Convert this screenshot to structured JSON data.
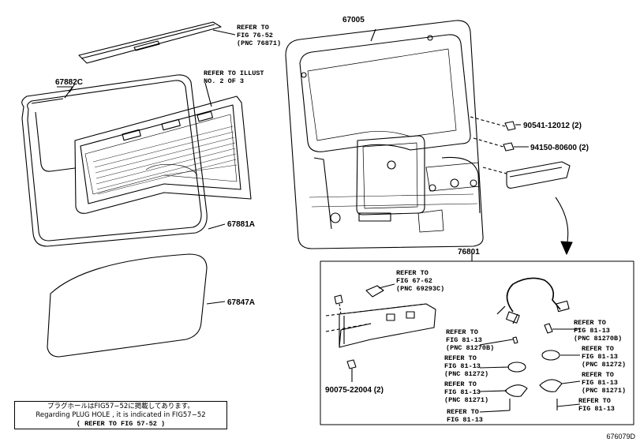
{
  "parts": {
    "p67005": "67005",
    "p67882c": "67882C",
    "p67881a": "67881A",
    "p67847a": "67847A",
    "p76801": "76801",
    "p90541": "90541-12012 (2)",
    "p94150": "94150-80600 (2)",
    "p90075": "90075-22004 (2)"
  },
  "refs": {
    "top_strip": [
      "REFER TO",
      "FIG 76-52",
      "(PNC 76871)"
    ],
    "glass": [
      "REFER TO ILLUST",
      "NO. 2 OF 3"
    ],
    "plate_upper": [
      "REFER TO",
      "FIG 67-62",
      "(PNC 69293C)"
    ],
    "lamp_l1": [
      "REFER TO",
      "FIG 81-13",
      "(PNC 81270B)"
    ],
    "lamp_l2": [
      "REFER TO",
      "FIG 81-13",
      "(PNC 81272)"
    ],
    "lamp_l3": [
      "REFER TO",
      "FIG 81-13",
      "(PNC 81271)"
    ],
    "lamp_l4": [
      "REFER TO",
      "FIG 81-13"
    ],
    "lamp_r1": [
      "REFER TO",
      "FIG 81-13",
      "(PNC 81270B)"
    ],
    "lamp_r2": [
      "REFER TO",
      "FIG 81-13",
      "(PNC 81272)"
    ],
    "lamp_r3": [
      "REFER TO",
      "FIG 81-13",
      "(PNC 81271)"
    ],
    "lamp_r4": [
      "REFER TO",
      "FIG 81-13"
    ]
  },
  "note": {
    "line1": "プラグホールはFIG57−52に掲載してあります。",
    "line2": "Regarding PLUG HOLE , it is indicated in FIG57−52",
    "line3": "(      REFER TO FIG 57-52          )"
  },
  "diagram_id": "676079D"
}
